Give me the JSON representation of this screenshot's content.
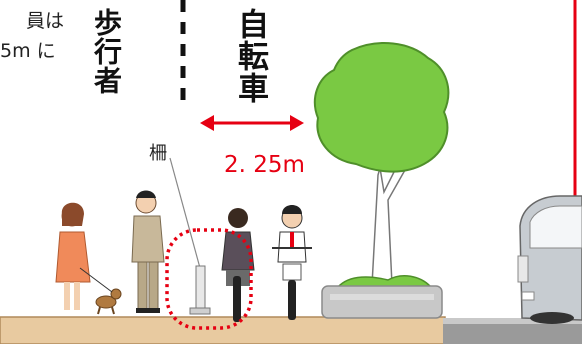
{
  "caption": {
    "line1_fragment": "員は",
    "line2_fragment": "5m に"
  },
  "labels": {
    "pedestrian": "歩行者",
    "bicycle": "自転車",
    "fence": "柵",
    "width": "2. 25m"
  },
  "colors": {
    "accent_red": "#e60012",
    "tree_green": "#7ac943",
    "ground": "#e8caa0"
  }
}
